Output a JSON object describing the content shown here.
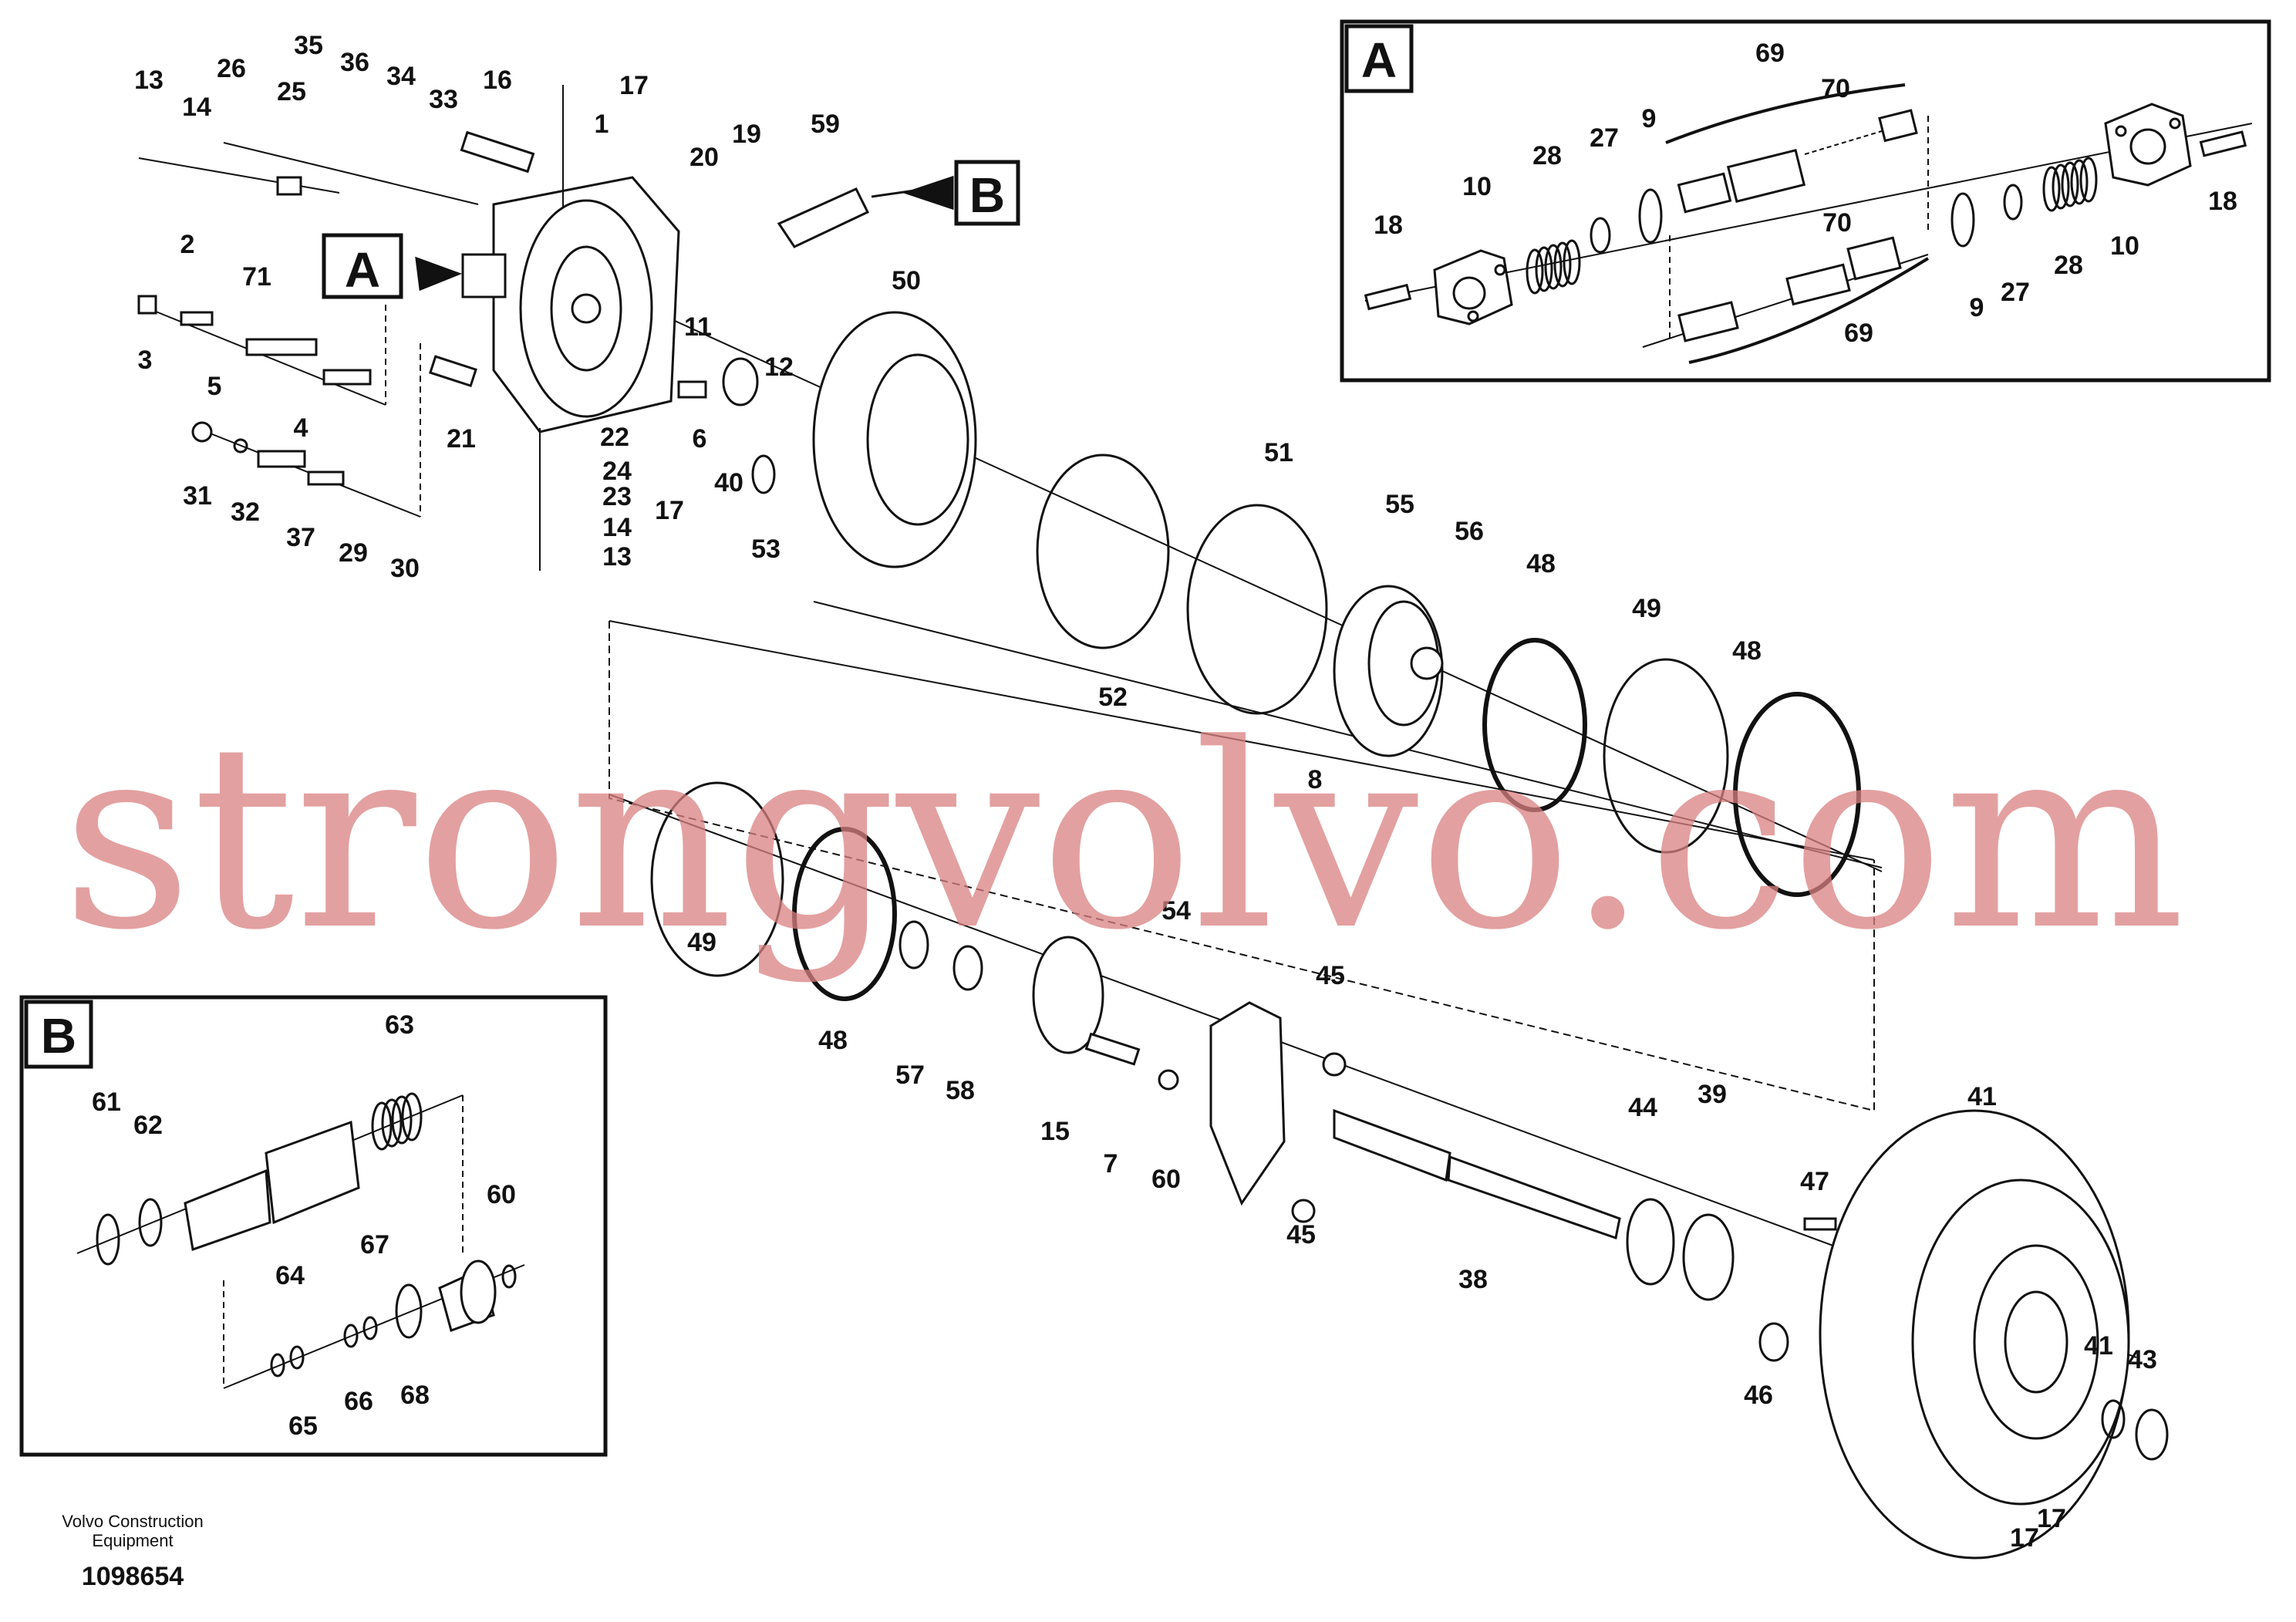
{
  "watermark": "strongvolvo.com",
  "footer": {
    "company_line1": "Volvo Construction",
    "company_line2": "Equipment",
    "drawing_number": "1098654"
  },
  "callouts": {
    "detail_a": "A",
    "detail_b": "B"
  },
  "labels": {
    "main_top": [
      "13",
      "26",
      "35",
      "36",
      "34",
      "33",
      "16",
      "17",
      "1",
      "25",
      "14",
      "20",
      "19",
      "59",
      "2",
      "71",
      "3",
      "5",
      "4",
      "11",
      "12",
      "31",
      "32",
      "37",
      "29",
      "30",
      "21",
      "22",
      "24",
      "23",
      "14",
      "13",
      "17",
      "6",
      "40",
      "53",
      "50"
    ],
    "main_middle": [
      "51",
      "52",
      "55",
      "56",
      "48",
      "8",
      "49",
      "48"
    ],
    "main_lower": [
      "49",
      "48",
      "57",
      "58",
      "15",
      "7",
      "60",
      "54",
      "45",
      "45",
      "44",
      "39",
      "38",
      "47",
      "41",
      "41",
      "43",
      "46",
      "17",
      "17"
    ],
    "detail_a": [
      "69",
      "70",
      "28",
      "27",
      "9",
      "10",
      "18",
      "70",
      "9",
      "27",
      "28",
      "10",
      "18",
      "69"
    ],
    "detail_b": [
      "63",
      "61",
      "62",
      "60",
      "67",
      "64",
      "65",
      "66",
      "68"
    ]
  },
  "colors": {
    "line": "#111111",
    "watermark": "#d98080"
  }
}
